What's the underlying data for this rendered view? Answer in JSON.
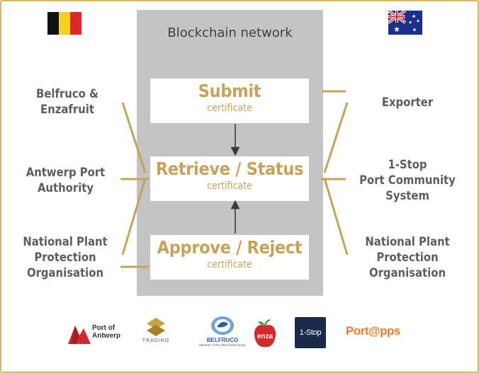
{
  "network": {
    "title": "Blockchain network"
  },
  "steps": [
    {
      "main": "Submit",
      "sub": "certificate"
    },
    {
      "main": "Retrieve / Status",
      "sub": "certificate"
    },
    {
      "main": "Approve / Reject",
      "sub": "certificate"
    }
  ],
  "left_parties": [
    {
      "line1": "Belfruco &",
      "line2": "Enzafruit"
    },
    {
      "line1": "Antwerp Port",
      "line2": "Authority"
    },
    {
      "line1": "National Plant",
      "line2": "Protection",
      "line3": "Organisation"
    }
  ],
  "right_parties": [
    {
      "line1": "Exporter"
    },
    {
      "line1": "1-Stop",
      "line2": "Port Community",
      "line3": "System"
    },
    {
      "line1": "National Plant",
      "line2": "Protection",
      "line3": "Organisation"
    }
  ],
  "logos": {
    "antwerp": {
      "line1": "Port of",
      "line2": "Antwerp"
    },
    "trading": "TRADING",
    "belfruco": "BELFRUCO",
    "belfruco_tagline": "Member of the SBH-invest group",
    "enza": "enza",
    "onestop": "1-Stop",
    "portapps": "Port@pps"
  },
  "colors": {
    "gold": "#c6a35a",
    "network_bg": "#c4c4c4",
    "label_text": "#5e5e5e",
    "frame": "#d8b66a"
  },
  "icons": {
    "left_flag": "belgium-flag",
    "right_flag": "australia-flag"
  }
}
